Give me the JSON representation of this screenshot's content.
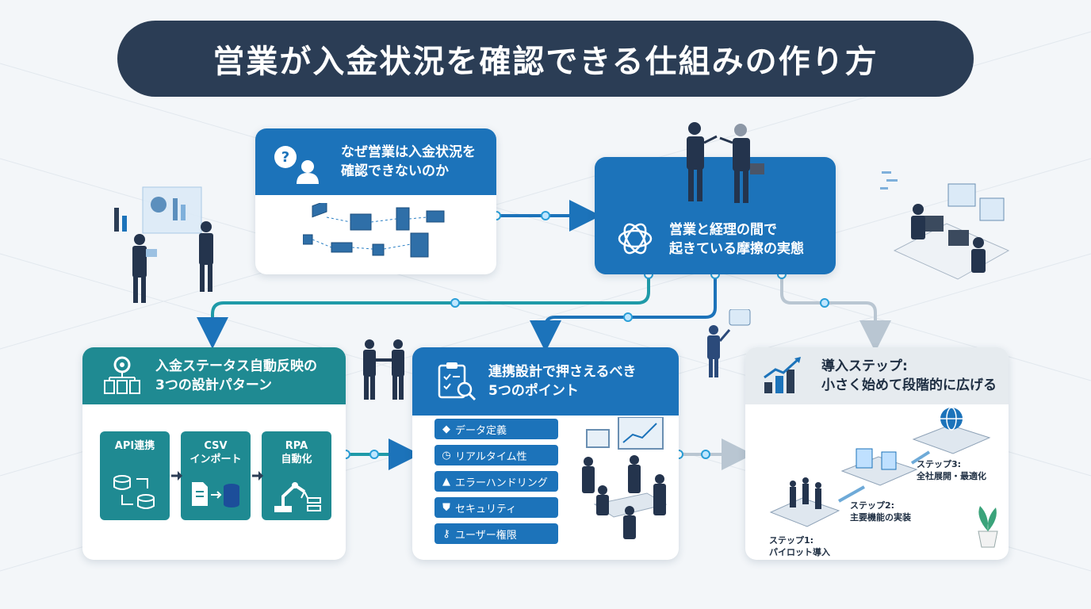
{
  "title": "営業が入金状況を確認できる仕組みの作り方",
  "card_why": {
    "heading": [
      "なぜ営業は入金状況を",
      "確認できないのか"
    ],
    "icon": "question-person-icon"
  },
  "card_friction": {
    "heading": [
      "営業と経理の間で",
      "起きている摩擦の実態"
    ],
    "icon": "tangle-icon"
  },
  "card_patterns": {
    "heading": [
      "入金ステータス自動反映の",
      "3つの設計パターン"
    ],
    "methods": [
      {
        "label": [
          "API連携"
        ],
        "icon": "database-sync-icon"
      },
      {
        "label": [
          "CSV",
          "インポート"
        ],
        "icon": "file-to-database-icon"
      },
      {
        "label": [
          "RPA",
          "自動化"
        ],
        "icon": "robot-arm-icon"
      }
    ]
  },
  "card_points": {
    "heading": [
      "連携設計で押さえるべき",
      "5つのポイント"
    ],
    "points": [
      {
        "label": "データ定義",
        "icon": "cube-icon"
      },
      {
        "label": "リアルタイム性",
        "icon": "clock-icon"
      },
      {
        "label": "エラーハンドリング",
        "icon": "warning-icon"
      },
      {
        "label": "セキュリティ",
        "icon": "shield-icon"
      },
      {
        "label": "ユーザー権限",
        "icon": "key-icon"
      }
    ]
  },
  "card_steps": {
    "heading": [
      "導入ステップ:",
      "小さく始めて段階的に広げる"
    ],
    "steps": [
      {
        "label": [
          "ステップ1:",
          "パイロット導入"
        ]
      },
      {
        "label": [
          "ステップ2:",
          "主要機能の実装"
        ]
      },
      {
        "label": [
          "ステップ3:",
          "全社展開・最適化"
        ]
      }
    ]
  },
  "colors": {
    "navy": "#2b3d55",
    "blue": "#1c73ba",
    "teal": "#1f8a92",
    "background": "#f3f6f9"
  }
}
